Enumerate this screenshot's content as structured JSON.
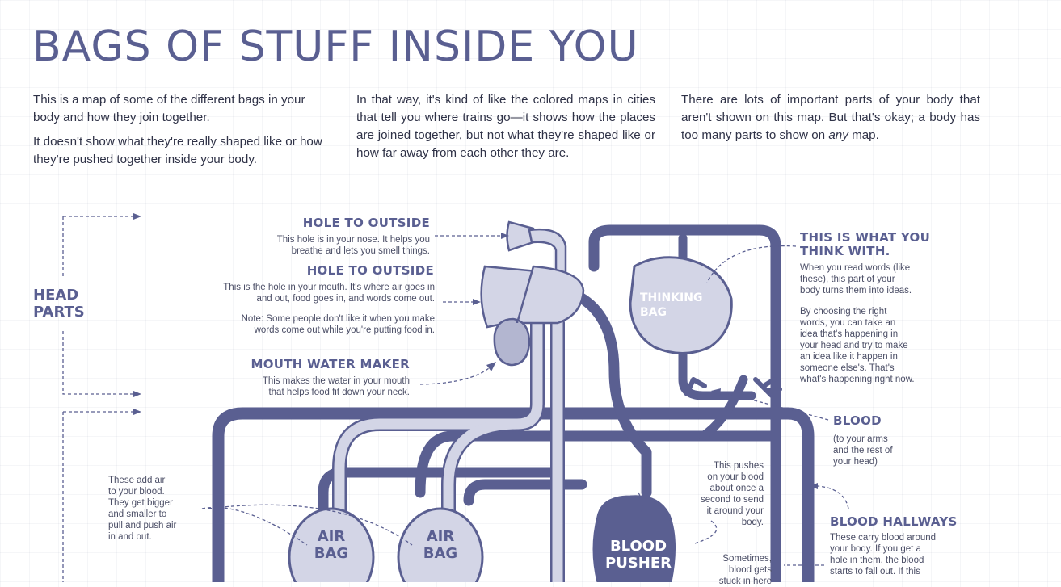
{
  "title": "BAGS OF STUFF INSIDE YOU",
  "intro": {
    "col1": [
      "This is a map of some of the different bags in your body and how they join together.",
      "It doesn't show what they're really shaped like or how they're pushed together inside your body."
    ],
    "col2": [
      "In that way, it's kind of like the colored maps in cities that tell you where trains go—it shows how the places are joined together, but not what they're shaped like or how far away from each other they are."
    ],
    "col3": [
      "There are lots of important parts of your body that aren't shown on this map. But that's okay; a body has too many parts to show on any map."
    ]
  },
  "left": {
    "head_parts": [
      "HEAD",
      "PARTS"
    ],
    "nose": {
      "label": "HOLE TO OUTSIDE",
      "text": [
        "This hole is in your nose. It helps you",
        "breathe and lets you smell things."
      ]
    },
    "mouth": {
      "label": "HOLE TO OUTSIDE",
      "text": [
        "This is the hole in your mouth. It's where air goes in",
        "and out, food goes in, and words come out."
      ],
      "note": [
        "Note: Some people don't like it when you make",
        "words come out while you're putting food in."
      ]
    },
    "water": {
      "label": "MOUTH WATER MAKER",
      "text": [
        "This makes the water in your mouth",
        "that helps food fit down your neck."
      ]
    },
    "air": {
      "text": [
        "These add air",
        "to your blood.",
        "They get bigger",
        "and smaller to",
        "pull and push air",
        "in and out."
      ]
    }
  },
  "bags": {
    "thinking": [
      "THINKING",
      "BAG"
    ],
    "air1": [
      "AIR",
      "BAG"
    ],
    "air2": [
      "AIR",
      "BAG"
    ],
    "pusher": [
      "BLOOD",
      "PUSHER"
    ]
  },
  "pusher_note": {
    "text": [
      "This pushes",
      "on your blood",
      "about once a",
      "second to send",
      "it around your",
      "body."
    ],
    "more": [
      "Sometimes,",
      "blood gets",
      "stuck in here"
    ]
  },
  "right": {
    "think": {
      "label": [
        "THIS IS WHAT YOU",
        "THINK WITH."
      ],
      "text1": [
        "When you read words (like",
        "these), this part of your",
        "body turns them into ideas."
      ],
      "text2": [
        "By choosing the right",
        "words, you can take an",
        "idea that's happening in",
        "your head and try to make",
        "an idea like it happen in",
        "someone else's. That's",
        "what's happening right now."
      ]
    },
    "blood": {
      "label": "BLOOD",
      "text": [
        "(to your arms",
        "and the rest of",
        "your head)"
      ]
    },
    "hallways": {
      "label": "BLOOD HALLWAYS",
      "text": [
        "These carry blood around",
        "your body. If you get a",
        "hole in them, the blood",
        "starts to fall out. If this"
      ]
    }
  },
  "colors": {
    "dark": "#5a5f91",
    "light": "#d3d5e6",
    "mid": "#b3b6d0",
    "outline": "#5a5f91"
  }
}
